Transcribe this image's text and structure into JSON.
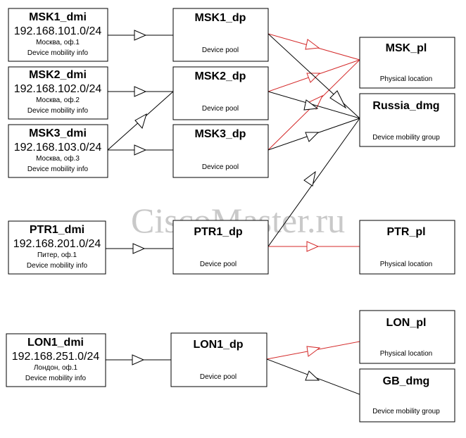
{
  "watermark": "CiscoMaster.ru",
  "colors": {
    "black": "#000000",
    "red": "#d42a2a",
    "watermark": "#c9c9c9"
  },
  "dmi": [
    {
      "id": "msk1",
      "title": "MSK1_dmi",
      "subnet": "192.168.101.0/24",
      "place": "Москва, оф.1",
      "type": "Device mobility info"
    },
    {
      "id": "msk2",
      "title": "MSK2_dmi",
      "subnet": "192.168.102.0/24",
      "place": "Москва, оф.2",
      "type": "Device mobility info"
    },
    {
      "id": "msk3",
      "title": "MSK3_dmi",
      "subnet": "192.168.103.0/24",
      "place": "Москва, оф.3",
      "type": "Device mobility info"
    },
    {
      "id": "ptr1",
      "title": "PTR1_dmi",
      "subnet": "192.168.201.0/24",
      "place": "Питер, оф.1",
      "type": "Device mobility info"
    },
    {
      "id": "lon1",
      "title": "LON1_dmi",
      "subnet": "192.168.251.0/24",
      "place": "Лондон, оф.1",
      "type": "Device mobility info"
    }
  ],
  "dp": [
    {
      "id": "msk1",
      "title": "MSK1_dp",
      "type": "Device pool"
    },
    {
      "id": "msk2",
      "title": "MSK2_dp",
      "type": "Device pool"
    },
    {
      "id": "msk3",
      "title": "MSK3_dp",
      "type": "Device pool"
    },
    {
      "id": "ptr1",
      "title": "PTR1_dp",
      "type": "Device pool"
    },
    {
      "id": "lon1",
      "title": "LON1_dp",
      "type": "Device pool"
    }
  ],
  "targets": [
    {
      "id": "msk_pl",
      "title": "MSK_pl",
      "type": "Physical location"
    },
    {
      "id": "russia_dmg",
      "title": "Russia_dmg",
      "type": "Device mobility group"
    },
    {
      "id": "ptr_pl",
      "title": "PTR_pl",
      "type": "Physical location"
    },
    {
      "id": "lon_pl",
      "title": "LON_pl",
      "type": "Physical location"
    },
    {
      "id": "gb_dmg",
      "title": "GB_dmg",
      "type": "Device mobility group"
    }
  ]
}
